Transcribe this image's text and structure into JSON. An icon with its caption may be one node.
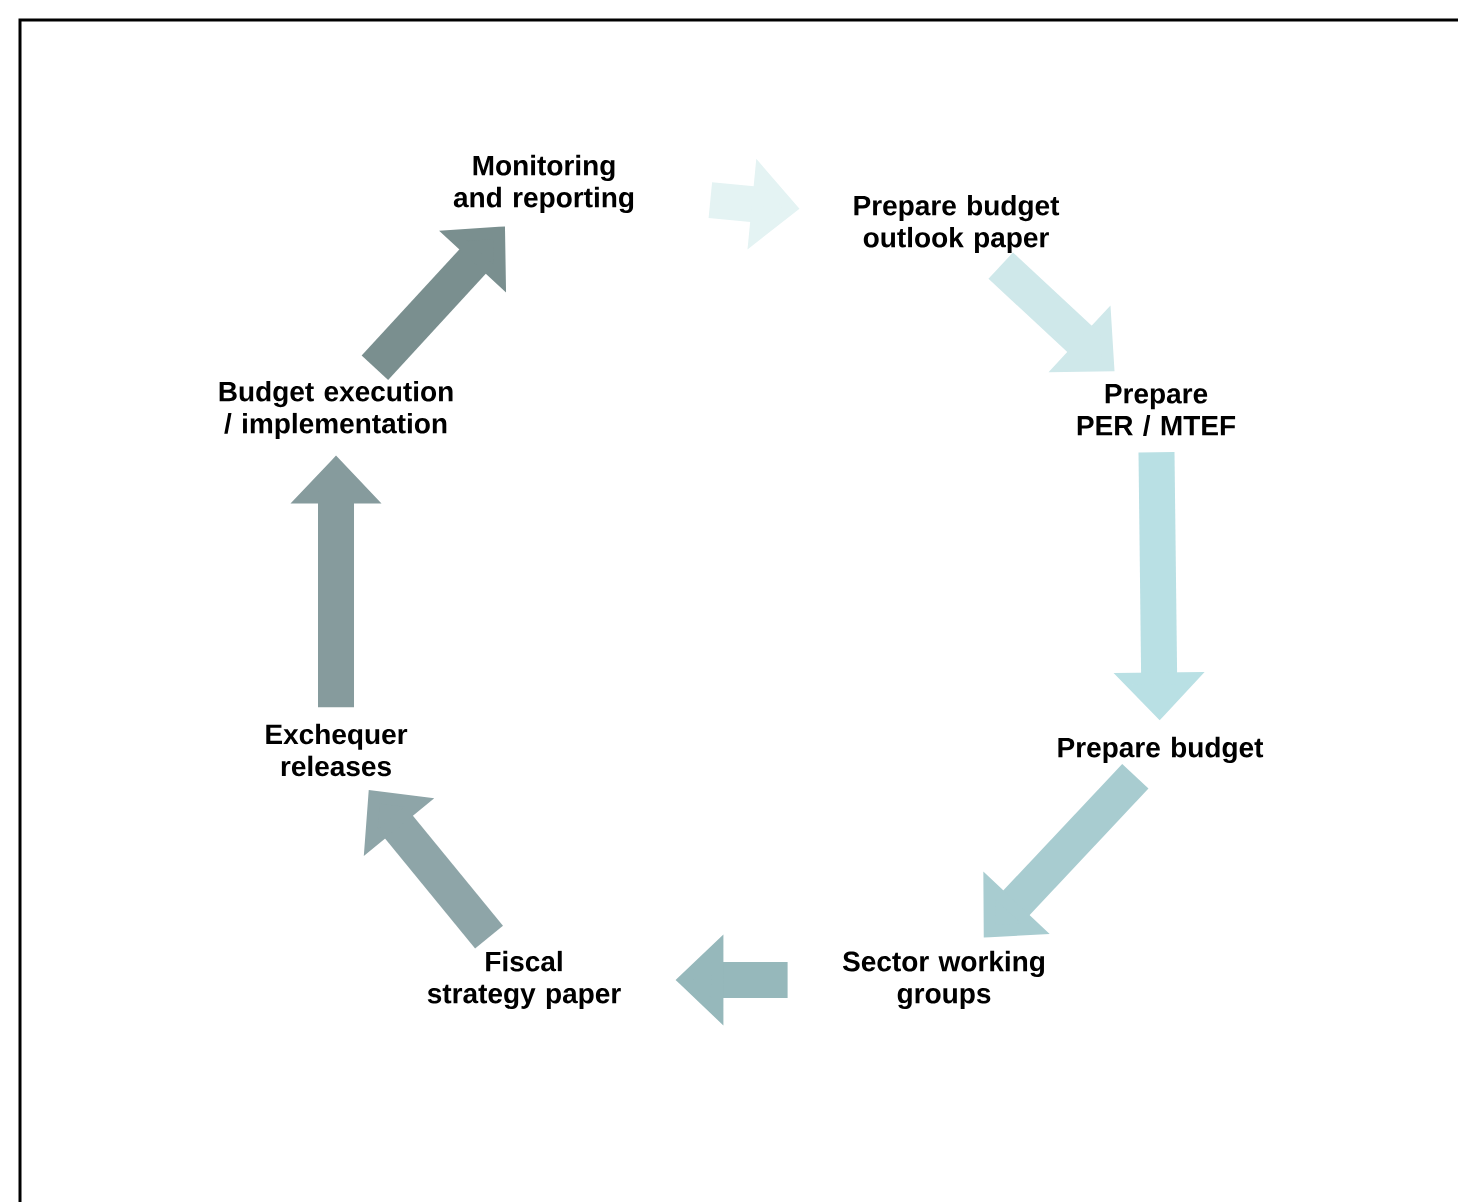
{
  "diagram": {
    "nodes": [
      {
        "text": [
          "Monitoring and reporting"
        ]
      },
      {
        "text": [
          "Prepare budget outlook paper"
        ]
      },
      {
        "text": [
          "Prepare PER / MTEF"
        ]
      },
      {
        "text": [
          "Prepare budget"
        ]
      },
      {
        "text": [
          "Sector working groups"
        ]
      },
      {
        "text": [
          "Fiscal strategy paper"
        ]
      },
      {
        "text": [
          "Exchequer releases"
        ]
      },
      {
        "text": [
          "Budget execution / implementation"
        ]
      }
    ],
    "edges": [
      {
        "from": 0,
        "to": 1,
        "arrow": "to",
        "color": "#e4f3f3"
      },
      {
        "from": 1,
        "to": 2,
        "arrow": "to",
        "color": "#cfe8ea"
      },
      {
        "from": 2,
        "to": 3,
        "arrow": "to",
        "color": "#b9e0e4"
      },
      {
        "from": 3,
        "to": 4,
        "arrow": "to",
        "color": "#a8ccd0"
      },
      {
        "from": 4,
        "to": 5,
        "arrow": "to",
        "color": "#96b8bb"
      },
      {
        "from": 5,
        "to": 6,
        "arrow": "to",
        "color": "#8ea5a8"
      },
      {
        "from": 6,
        "to": 7,
        "arrow": "to",
        "color": "#869b9d"
      },
      {
        "from": 7,
        "to": 0,
        "arrow": "to",
        "color": "#7a8f8f"
      }
    ]
  }
}
